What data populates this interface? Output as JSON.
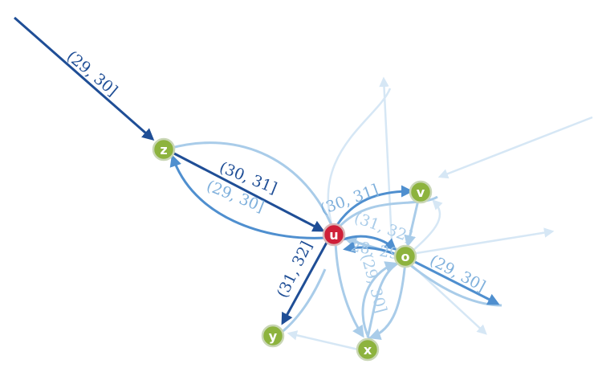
{
  "colors": {
    "edge_dark": "#1f4e96",
    "edge_mid": "#4f8fcf",
    "edge_light": "#a9cce9",
    "edge_faint": "#d6e7f5",
    "node_green": "#8db33e",
    "node_red": "#cf1f39",
    "node_stroke": "#c9d6b5",
    "label_dark": "#1f4e96",
    "label_light": "#7fb0dc"
  },
  "nodes": {
    "z": "z",
    "u": "u",
    "v": "v",
    "o": "o",
    "y": "y",
    "x": "x"
  },
  "labels": {
    "in_z": "(29, 30]",
    "z_u": "(30, 31]",
    "u_z": "(29, 30]",
    "u_v": "(30, 31]",
    "o_u": "(31, 32]",
    "u_o": "28, 29]",
    "o_out": "(29, 30]",
    "u_y": "(31, 32]",
    "x_u": "(29, 30]"
  }
}
